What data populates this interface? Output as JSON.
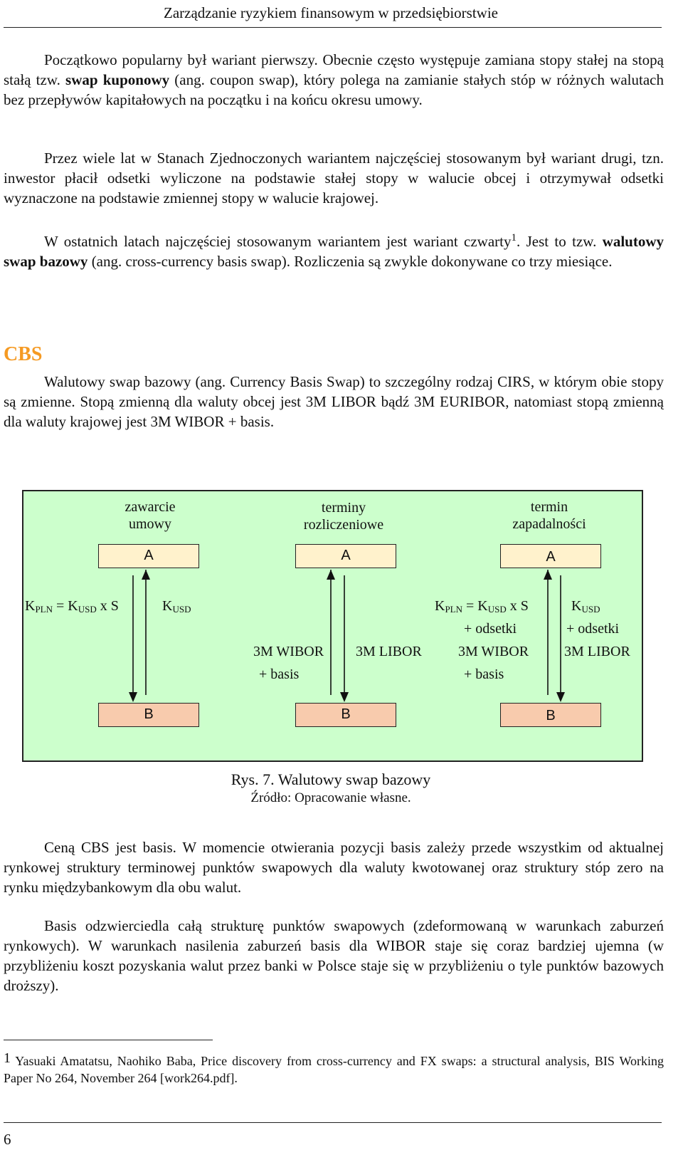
{
  "header": {
    "title": "Zarządzanie ryzykiem finansowym w przedsiębiorstwie"
  },
  "p1": {
    "a": "Początkowo popularny był wariant pierwszy. Obecnie często występuje zamiana stopy stałej na stopą stałą  tzw. ",
    "bold": "swap kuponowy",
    "b": " (ang. coupon swap), który polega na zamianie stałych stóp w różnych walutach bez przepływów kapitałowych na początku i na końcu okresu umowy."
  },
  "p2": "Przez wiele lat w Stanach Zjednoczonych wariantem najczęściej stosowanym był wariant drugi, tzn. inwestor płacił odsetki wyliczone na podstawie stałej stopy w walucie obcej i otrzymywał odsetki wyznaczone na podstawie zmiennej stopy w walucie krajowej.",
  "p3": {
    "a": "W ostatnich latach najczęściej stosowanym wariantem jest wariant czwarty",
    "sup": "1",
    "b": ". Jest to tzw. ",
    "bold": "walutowy swap bazowy",
    "c": " (ang. cross-currency basis swap). Rozliczenia są zwykle dokonywane co trzy miesiące."
  },
  "section_heading": "CBS",
  "p4": "Walutowy swap bazowy (ang. Currency Basis Swap) to szczególny rodzaj CIRS,  w którym obie stopy są zmienne. Stopą zmienną dla waluty obcej jest 3M LIBOR bądź 3M EURIBOR, natomiast stopą zmienną dla waluty krajowej jest 3M WIBOR + basis.",
  "diagram": {
    "col1_title_1": "zawarcie",
    "col1_title_2": "umowy",
    "col2_title_1": "terminy",
    "col2_title_2": "rozliczeniowe",
    "col3_title_1": "termin",
    "col3_title_2": "zapadalności",
    "box_top": "A",
    "box_bottom": "B",
    "k": "K",
    "pln": "PLN",
    "usd": "USD",
    "eq": " = ",
    "xs": " x S",
    "plus_odsetki": "+ odsetki",
    "wibor": "3M WIBOR",
    "libor": "3M LIBOR",
    "plus_basis": "+ basis"
  },
  "caption": "Rys. 7. Walutowy swap bazowy",
  "source": "Źródło: Opracowanie własne.",
  "p5": "Ceną CBS jest basis. W momencie otwierania pozycji basis zależy przede wszystkim od aktualnej rynkowej struktury terminowej punktów swapowych dla waluty kwotowanej oraz struktury stóp zero na rynku międzybankowym dla obu walut.",
  "p6": "Basis odzwierciedla całą strukturę punktów swapowych (zdeformowaną w warunkach zaburzeń rynkowych). W warunkach nasilenia zaburzeń basis dla WIBOR staje się coraz bardziej ujemna (w przybliżeniu koszt pozyskania walut przez banki w Polsce staje się w przybliżeniu o tyle punktów bazowych droższy).",
  "footnote": {
    "num": "1",
    "text": " Yasuaki Amatatsu, Naohiko Baba, Price discovery from cross-currency and FX swaps:  a structural analysis, BIS Working Paper No 264, November 264 [work264.pdf]."
  },
  "page_number": "6"
}
